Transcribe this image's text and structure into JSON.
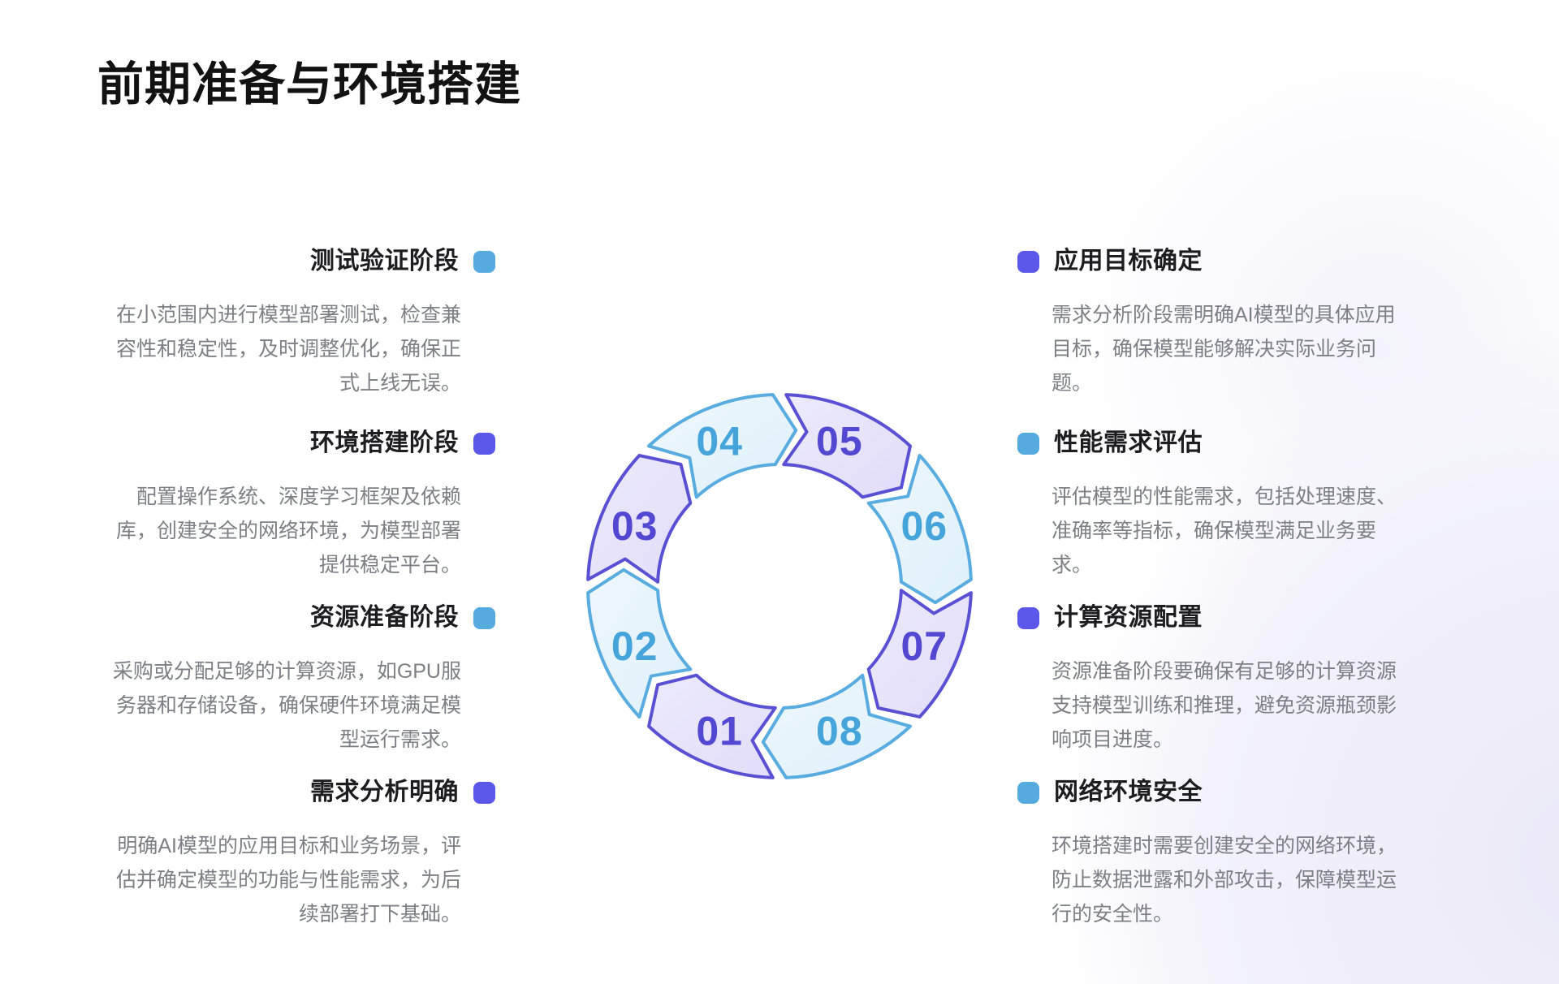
{
  "title": "前期准备与环境搭建",
  "colors": {
    "purple": {
      "icon": "#5b57e8",
      "stroke": "#5a50d4",
      "fill_from": "#eceafb",
      "fill_to": "#e2ddf9",
      "number": "#5348d2"
    },
    "blue": {
      "icon": "#55aadf",
      "stroke": "#58acdf",
      "fill_from": "#eef7fd",
      "fill_to": "#dff0fa",
      "number": "#45a4da"
    }
  },
  "left_items": [
    {
      "heading": "测试验证阶段",
      "scheme": "blue",
      "desc": "在小范围内进行模型部署测试，检查兼容性和稳定性，及时调整优化，确保正式上线无误。"
    },
    {
      "heading": "环境搭建阶段",
      "scheme": "purple",
      "desc": "配置操作系统、深度学习框架及依赖库，创建安全的网络环境，为模型部署提供稳定平台。"
    },
    {
      "heading": "资源准备阶段",
      "scheme": "blue",
      "desc": "采购或分配足够的计算资源，如GPU服务器和存储设备，确保硬件环境满足模型运行需求。"
    },
    {
      "heading": "需求分析明确",
      "scheme": "purple",
      "desc": "明确AI模型的应用目标和业务场景，评估并确定模型的功能与性能需求，为后续部署打下基础。"
    }
  ],
  "right_items": [
    {
      "heading": "应用目标确定",
      "scheme": "purple",
      "desc": "需求分析阶段需明确AI模型的具体应用目标，确保模型能够解决实际业务问题。"
    },
    {
      "heading": "性能需求评估",
      "scheme": "blue",
      "desc": "评估模型的性能需求，包括处理速度、准确率等指标，确保模型满足业务要求。"
    },
    {
      "heading": "计算资源配置",
      "scheme": "purple",
      "desc": "资源准备阶段要确保有足够的计算资源支持模型训练和推理，避免资源瓶颈影响项目进度。"
    },
    {
      "heading": "网络环境安全",
      "scheme": "blue",
      "desc": "环境搭建时需要创建安全的网络环境，防止数据泄露和外部攻击，保障模型运行的安全性。"
    }
  ],
  "cycle": {
    "steps": [
      {
        "label": "01",
        "scheme": "purple"
      },
      {
        "label": "02",
        "scheme": "blue"
      },
      {
        "label": "03",
        "scheme": "purple"
      },
      {
        "label": "04",
        "scheme": "blue"
      },
      {
        "label": "05",
        "scheme": "purple"
      },
      {
        "label": "06",
        "scheme": "blue"
      },
      {
        "label": "07",
        "scheme": "purple"
      },
      {
        "label": "08",
        "scheme": "blue"
      }
    ]
  }
}
